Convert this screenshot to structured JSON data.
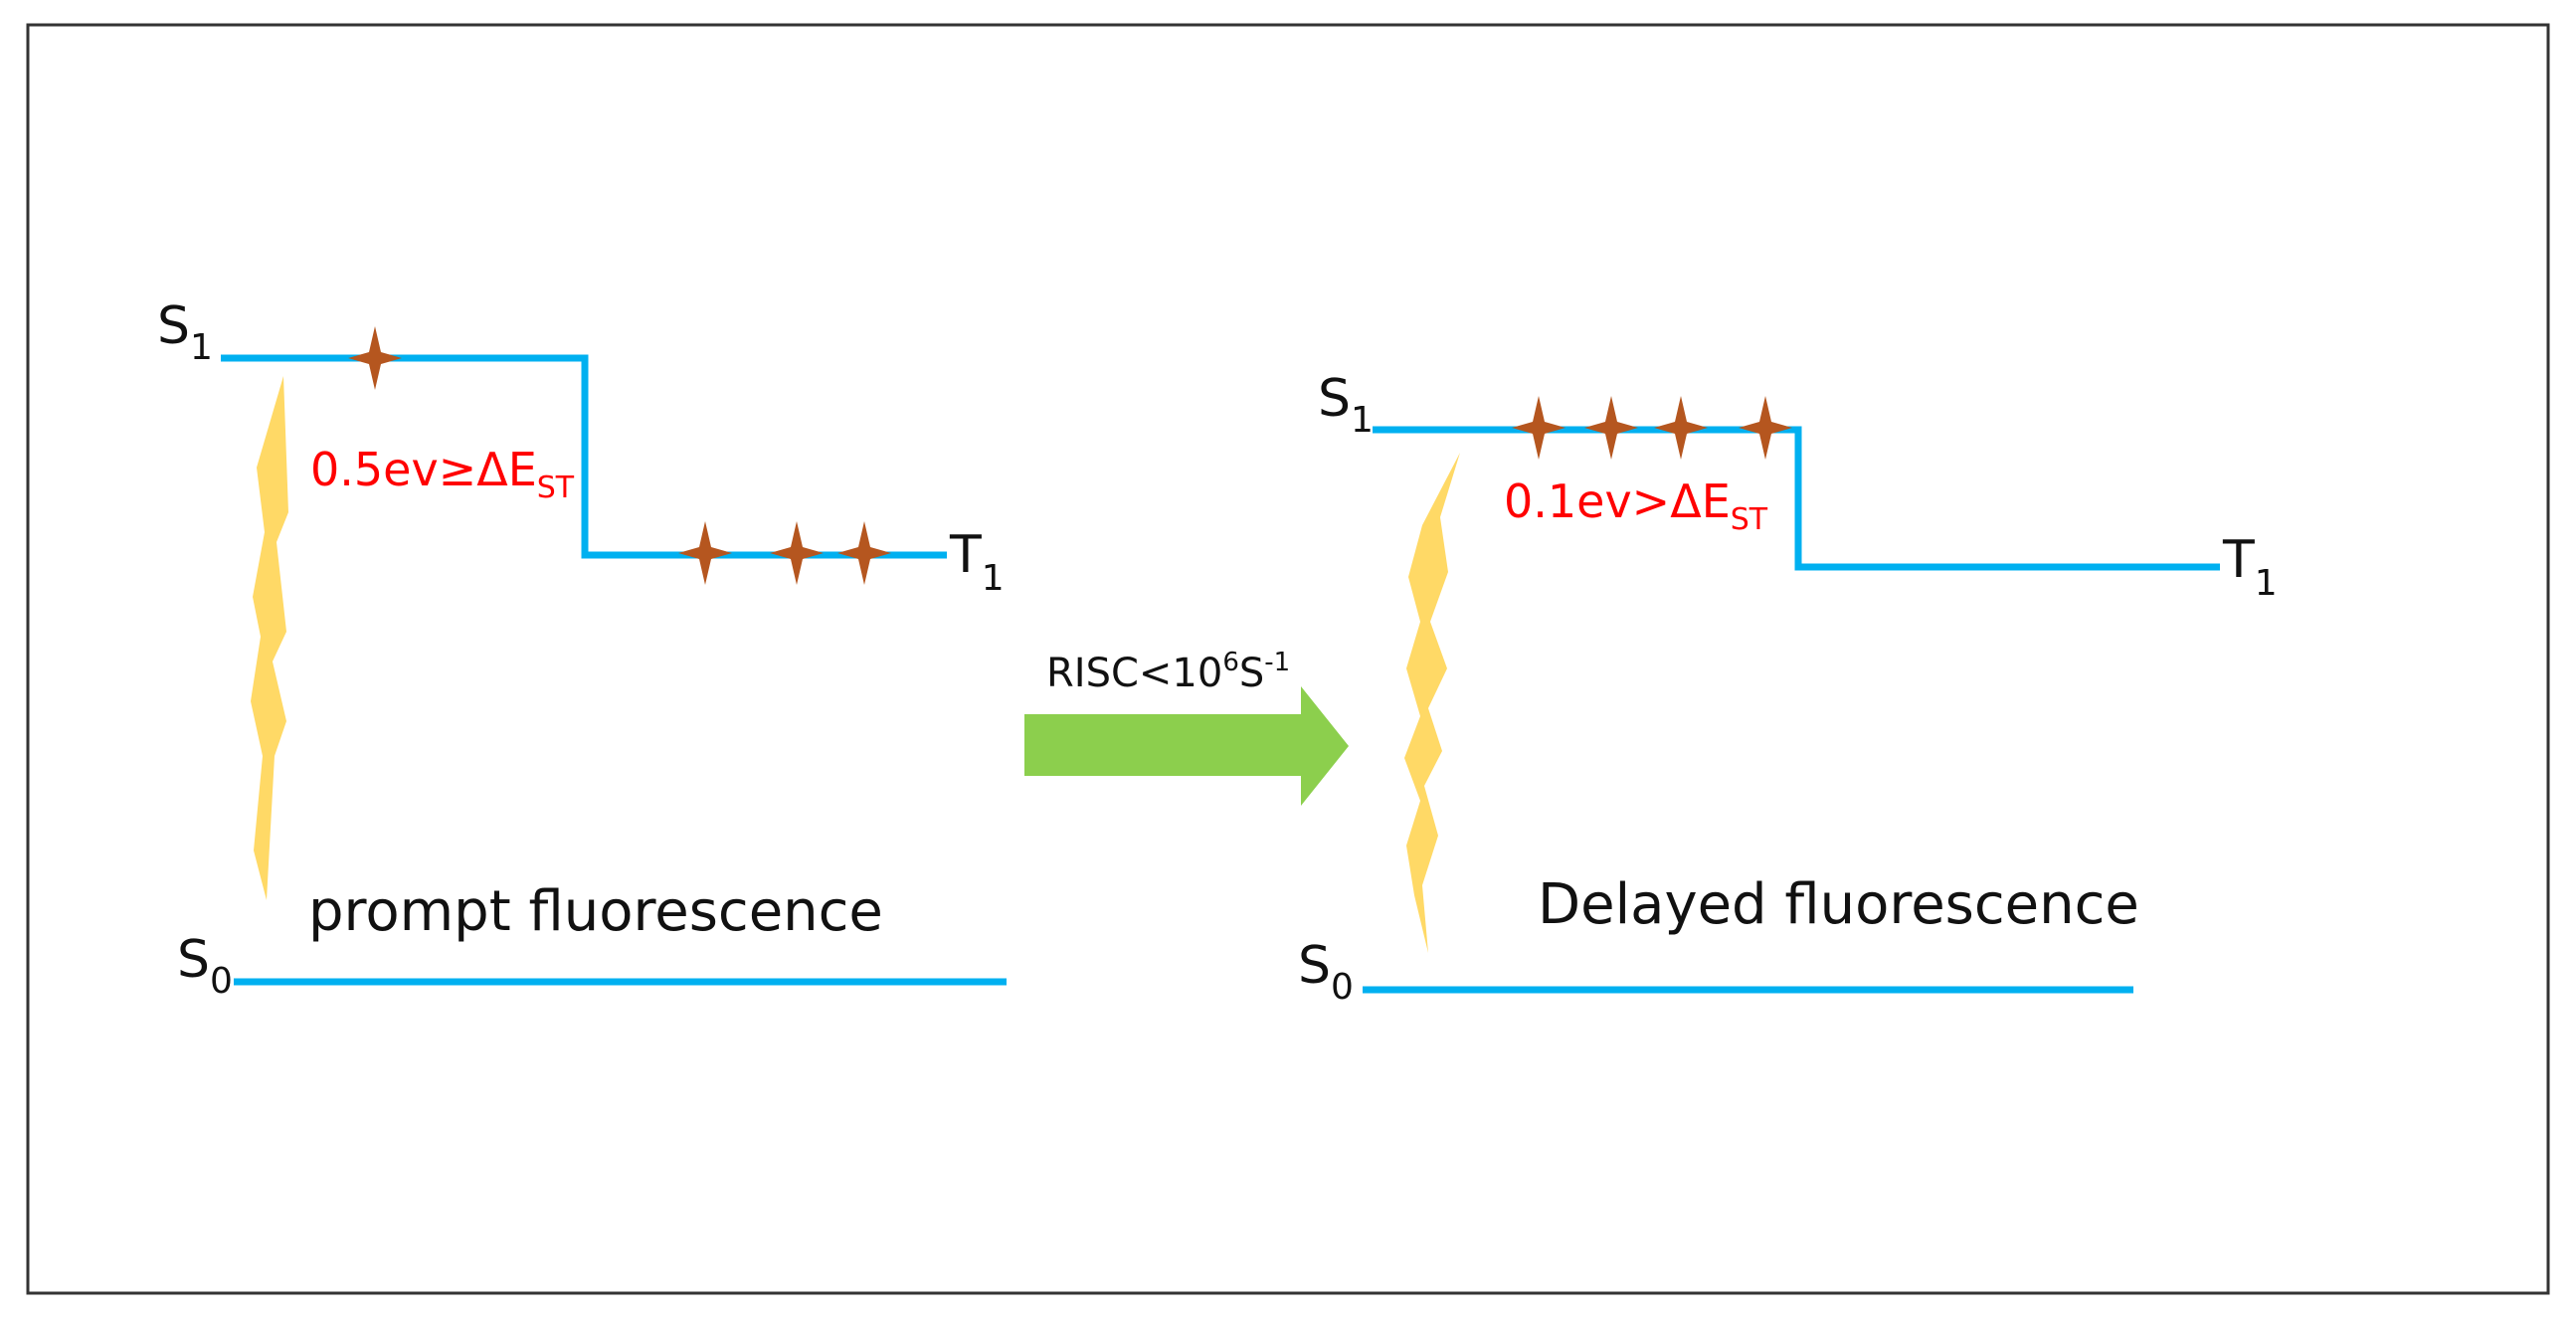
{
  "colors": {
    "level_line": "#00b0f0",
    "exciton_star": "#b5561f",
    "gap_text": "#ff0000",
    "lightning": "#ffd966",
    "arrow": "#8ccf4d",
    "frame": "#333333"
  },
  "left_panel": {
    "s1": {
      "base": "S",
      "sub": "1"
    },
    "t1": {
      "base": "T",
      "sub": "1"
    },
    "s0": {
      "base": "S",
      "sub": "0"
    },
    "gap": {
      "text": "0.5ev≥ΔE",
      "sub": "ST"
    },
    "caption": "prompt fluorescence",
    "s1_star_count": 1,
    "t1_star_count": 3
  },
  "right_panel": {
    "s1": {
      "base": "S",
      "sub": "1"
    },
    "t1": {
      "base": "T",
      "sub": "1"
    },
    "s0": {
      "base": "S",
      "sub": "0"
    },
    "gap": {
      "text": "0.1ev>ΔE",
      "sub": "ST"
    },
    "caption": "Delayed fluorescence",
    "s1_star_count": 4,
    "t1_star_count": 0
  },
  "transition": {
    "label": "RISC<10",
    "sup1": "6",
    "unit": "S",
    "sup2": "-1",
    "icon": "right-arrow-icon"
  }
}
